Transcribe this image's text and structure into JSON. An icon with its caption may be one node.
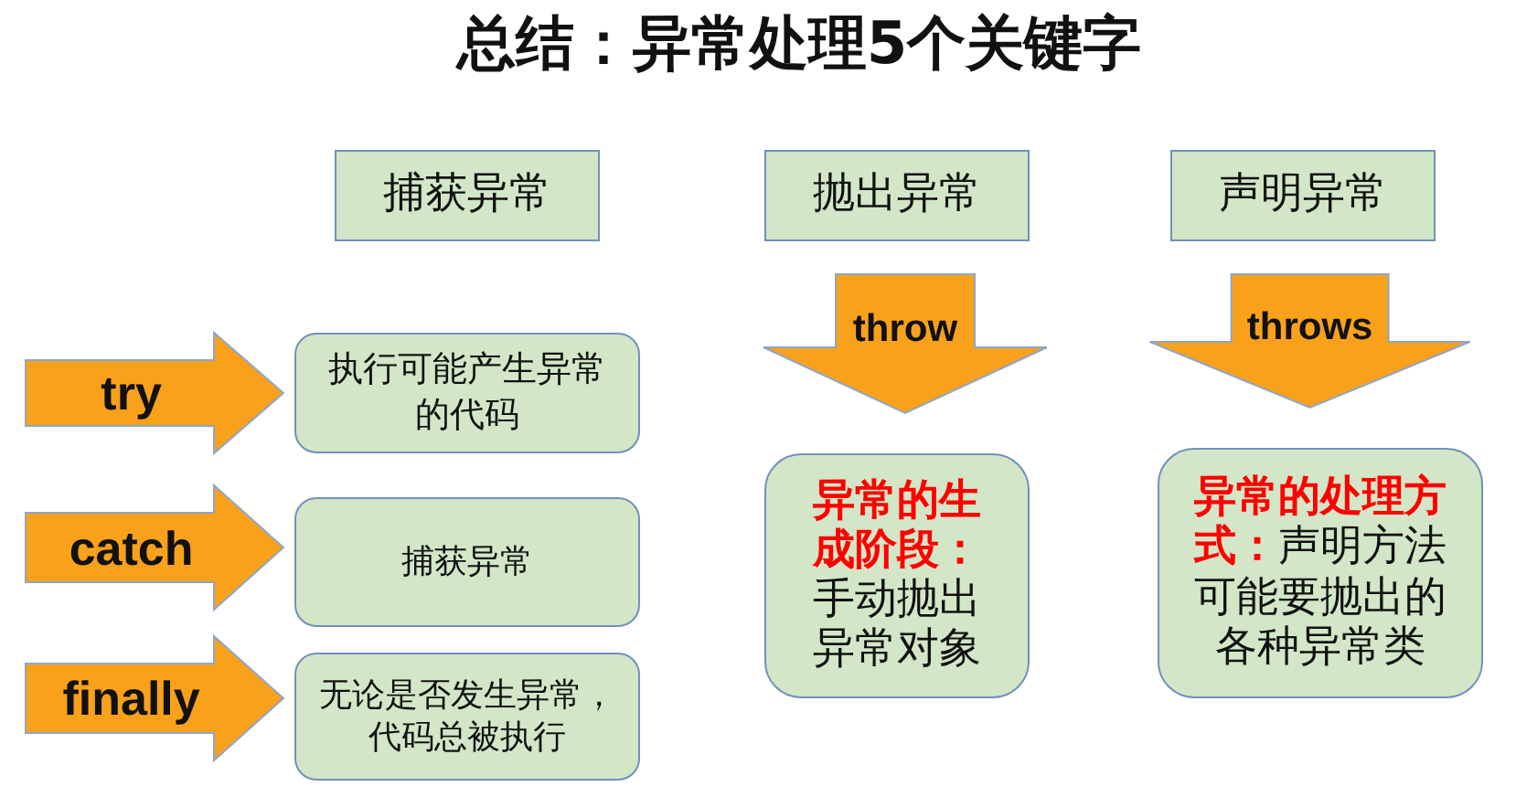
{
  "diagram": {
    "title": "总结：异常处理5个关键字",
    "nodes": [
      {
        "text": [
          "捕获异常"
        ]
      },
      {
        "text": [
          "执行可能产生异常的代码"
        ]
      },
      {
        "text": [
          "捕获异常"
        ]
      },
      {
        "text": [
          "无论是否发生异常，代码总被执行"
        ]
      },
      {
        "text": [
          "抛出异常"
        ]
      },
      {
        "text": [
          "**异常的生成阶段：**手动抛出异常对象"
        ]
      },
      {
        "text": [
          "声明异常"
        ]
      },
      {
        "text": [
          "**异常的处理方式：**声明方法可能要抛出的各种异常类"
        ]
      }
    ],
    "edges": [
      {
        "from": null,
        "to": 1,
        "arrow": "to",
        "label": "try"
      },
      {
        "from": null,
        "to": 2,
        "arrow": "to",
        "label": "catch"
      },
      {
        "from": null,
        "to": 3,
        "arrow": "to",
        "label": "finally"
      },
      {
        "from": 4,
        "to": 5,
        "arrow": "to",
        "label": "throw"
      },
      {
        "from": 6,
        "to": 7,
        "arrow": "to",
        "label": "throws"
      }
    ]
  }
}
